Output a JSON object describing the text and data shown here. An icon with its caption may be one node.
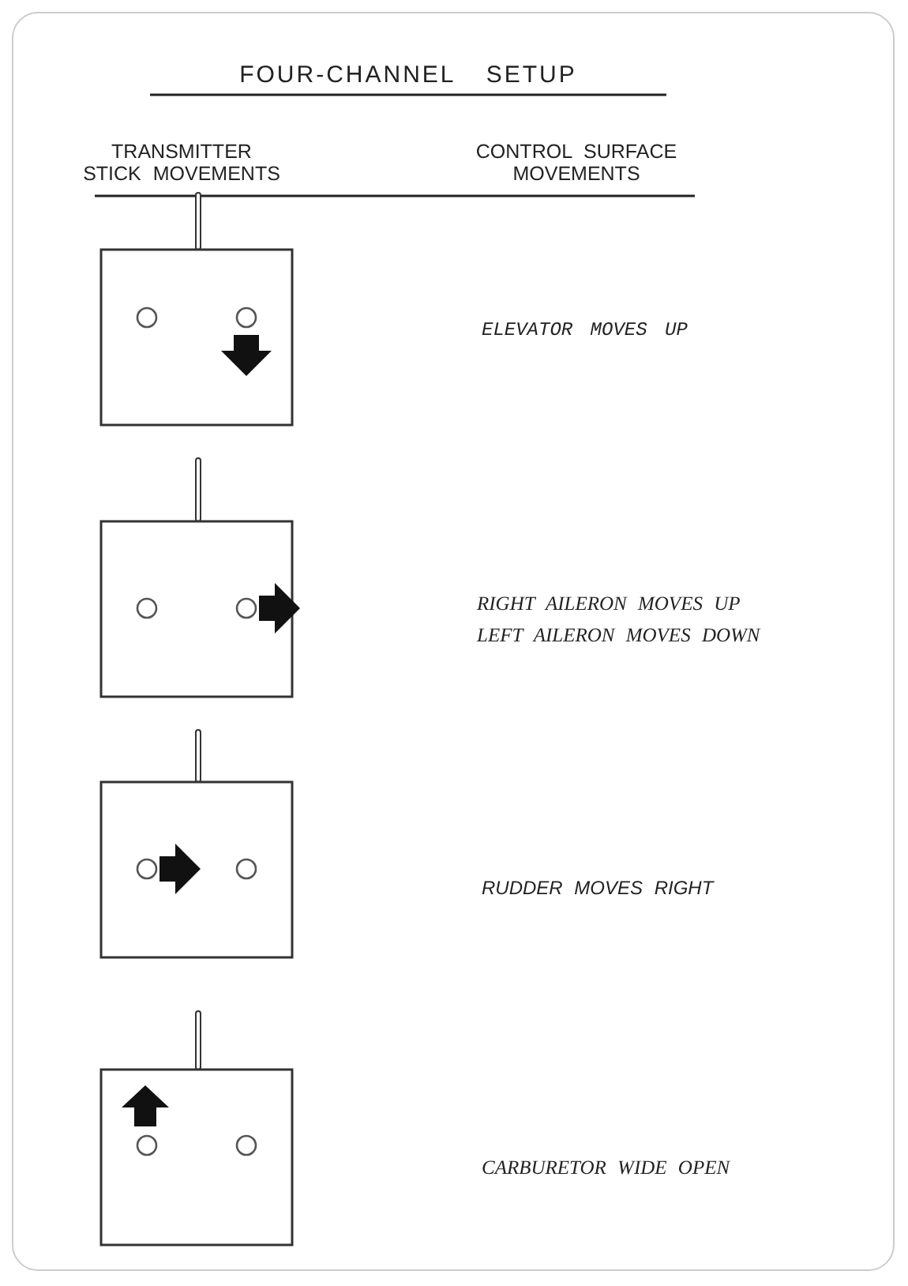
{
  "diagram": {
    "title": "FOUR-CHANNEL SETUP",
    "labels": [
      "TRANSMITTER STICK MOVEMENTS",
      "CONTROL SURFACE MOVEMENTS",
      "ELEVATOR MOVES UP",
      "RIGHT AILERON MOVES UP",
      "LEFT AILERON MOVES DOWN",
      "RUDDER MOVES RIGHT",
      "CARBURETOR WIDE OPEN"
    ]
  }
}
